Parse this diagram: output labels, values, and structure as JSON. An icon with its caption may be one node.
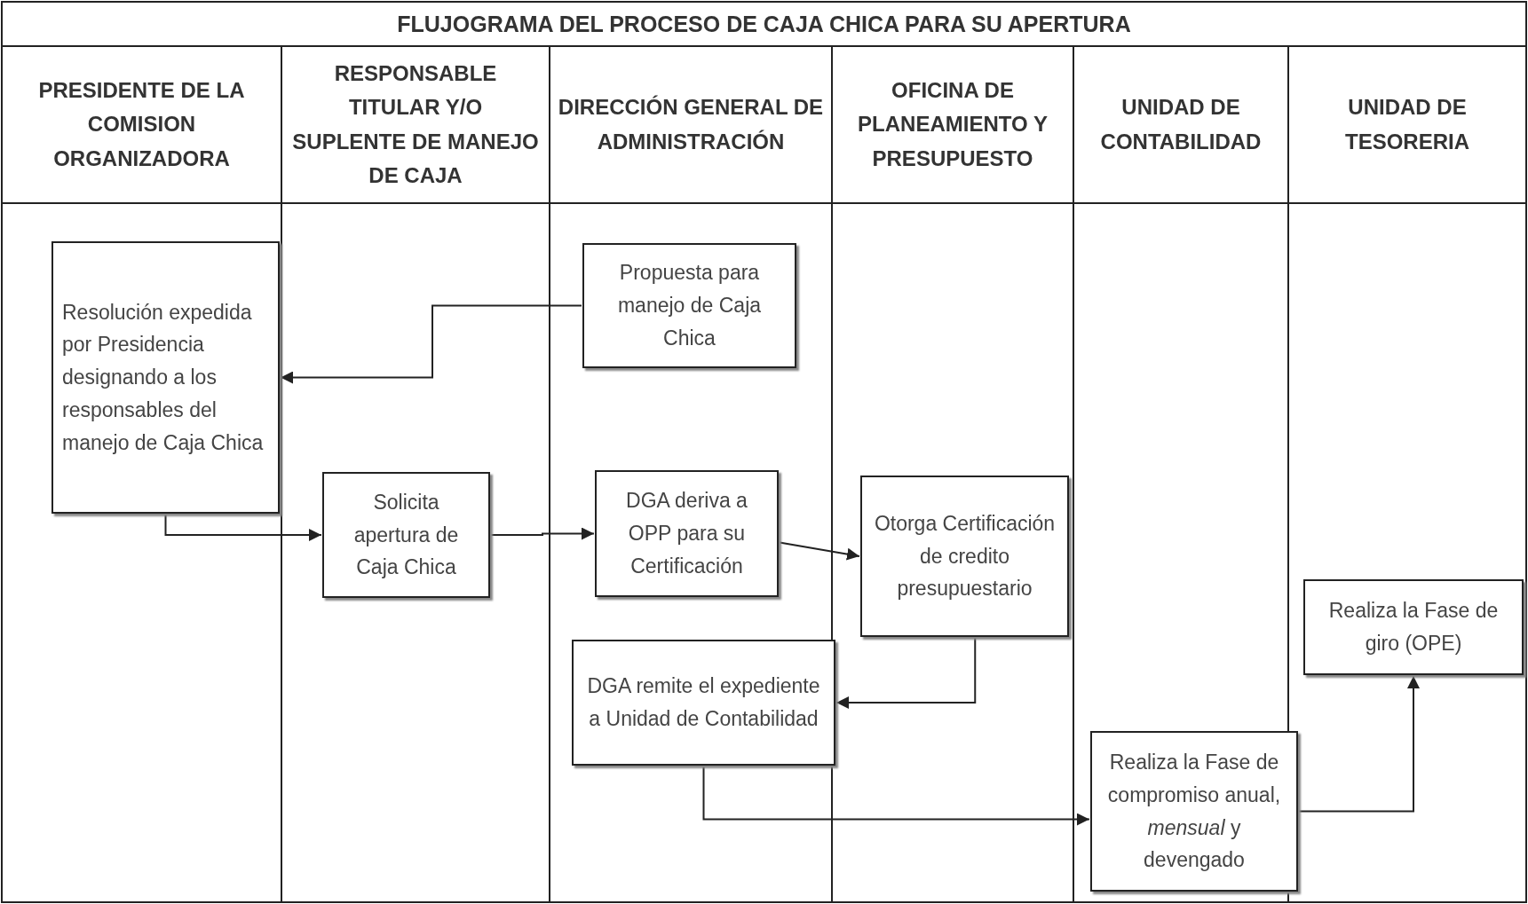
{
  "diagram": {
    "title": "FLUJOGRAMA DEL PROCESO DE CAJA CHICA PARA SU APERTURA",
    "nodes": [
      {
        "text": [
          "PRESIDENTE DE LA COMISION ORGANIZADORA"
        ]
      },
      {
        "text": [
          "RESPONSABLE TITULAR Y/O SUPLENTE DE MANEJO DE CAJA"
        ]
      },
      {
        "text": [
          "DIRECCIÓN GENERAL DE ADMINISTRACIÓN"
        ]
      },
      {
        "text": [
          "OFICINA DE PLANEAMIENTO Y PRESUPUESTO"
        ]
      },
      {
        "text": [
          "UNIDAD DE CONTABILIDAD"
        ]
      },
      {
        "text": [
          "UNIDAD DE TESORERIA"
        ]
      },
      {
        "text": [
          "Resolución expedida por Presidencia designando a los responsables del manejo de Caja Chica"
        ],
        "in": 0
      },
      {
        "text": [
          "Propuesta para manejo de Caja Chica"
        ],
        "in": 2
      },
      {
        "text": [
          "Solicita apertura de Caja Chica"
        ],
        "in": 1
      },
      {
        "text": [
          "DGA deriva a OPP para su Certificación"
        ],
        "in": 2
      },
      {
        "text": [
          "Otorga Certificación de credito presupuestario"
        ],
        "in": 3
      },
      {
        "text": [
          "DGA remite el expediente a Unidad de Contabilidad"
        ],
        "in": 2
      },
      {
        "text": [
          "Realiza la Fase de compromiso anual, *mensual* y devengado"
        ],
        "in": 4
      },
      {
        "text": [
          "Realiza la Fase de giro (OPE)"
        ],
        "in": 5
      }
    ],
    "edges": [
      {
        "from": 7,
        "to": 6,
        "arrow": "to"
      },
      {
        "from": 6,
        "to": 8,
        "arrow": "to"
      },
      {
        "from": 8,
        "to": 9,
        "arrow": "to"
      },
      {
        "from": 9,
        "to": 10,
        "arrow": "to"
      },
      {
        "from": 10,
        "to": 11,
        "arrow": "to"
      },
      {
        "from": 11,
        "to": 12,
        "arrow": "to"
      },
      {
        "from": 12,
        "to": 13,
        "arrow": "to"
      }
    ]
  }
}
